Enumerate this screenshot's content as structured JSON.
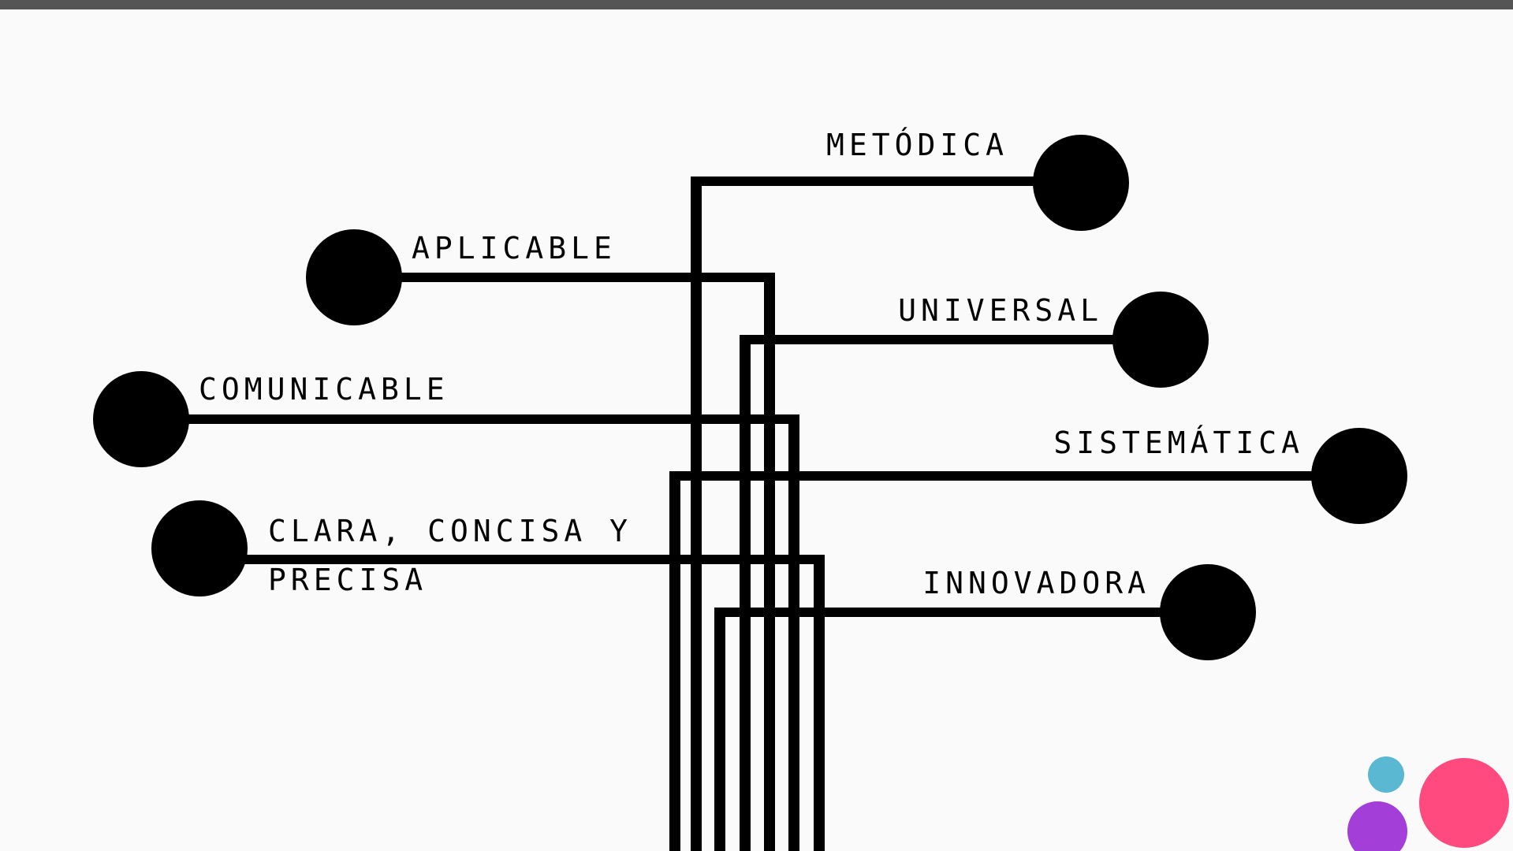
{
  "slide": {
    "bar_color": "#555555",
    "background": "#fafafa"
  },
  "labels": {
    "metodica": "METÓDICA",
    "aplicable": "APLICABLE",
    "universal": "UNIVERSAL",
    "comunicable": "COMUNICABLE",
    "sistematica": "SISTEMÁTICA",
    "clara_line1": "CLARA, CONCISA Y",
    "clara_line2": "PRECISA",
    "innovadora": "INNOVADORA"
  },
  "colors": {
    "metodica": {
      "circle": "#808080",
      "line": "#a6a6a6",
      "text": "#555555"
    },
    "aplicable": {
      "circle": "#cc88ea",
      "line": "#cc88ea",
      "text": "#a245d6"
    },
    "universal": {
      "circle": "#ff93af",
      "line": "#ff4a80",
      "vertical": "#ff93af",
      "text": "#e84a7d"
    },
    "comunicable": {
      "circle": "#ffdba3",
      "line": "#fcc96d",
      "vertical": "#ffdba3",
      "text": "#f29a17"
    },
    "sistematica": {
      "circle": "#00abe4",
      "line": "#15aee1",
      "vertical": "#0f7aa3",
      "text": "#1aa2d6"
    },
    "clara": {
      "circle": "#5ab8d2",
      "line": "#5ab8d2",
      "vertical": "#3591ad",
      "text": "#5ab0cc"
    },
    "innovadora": {
      "circle": "#b9e27d",
      "line": "#87c23a",
      "vertical": "#b9e27d",
      "text": "#7db83a"
    }
  },
  "decor": {
    "small_dot": "#5ab8d2",
    "purple_dot": "#a33fd8",
    "pink_dot": "#ff4a80"
  }
}
